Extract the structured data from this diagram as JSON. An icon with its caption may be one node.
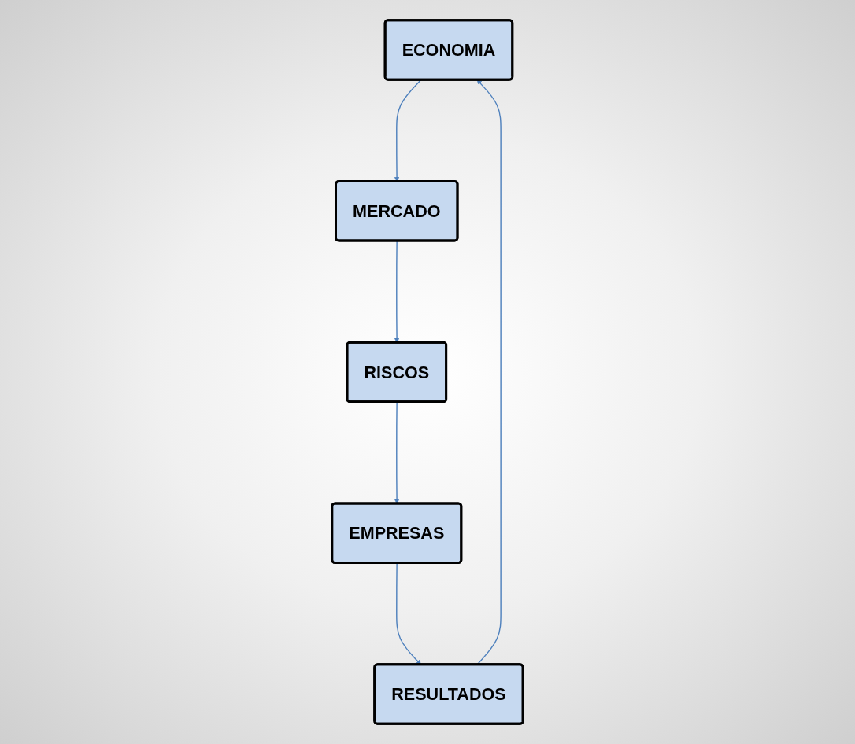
{
  "diagram": {
    "nodes": [
      {
        "text": [
          "ECONOMIA"
        ]
      },
      {
        "text": [
          "MERCADO"
        ]
      },
      {
        "text": [
          "RISCOS"
        ]
      },
      {
        "text": [
          "EMPRESAS"
        ]
      },
      {
        "text": [
          "RESULTADOS"
        ]
      }
    ],
    "edges": [
      {
        "from": 0,
        "to": 1,
        "arrow": "to"
      },
      {
        "from": 1,
        "to": 2,
        "arrow": "to"
      },
      {
        "from": 2,
        "to": 3,
        "arrow": "to"
      },
      {
        "from": 3,
        "to": 4,
        "arrow": "to"
      },
      {
        "from": 4,
        "to": 0,
        "arrow": "to"
      }
    ]
  }
}
